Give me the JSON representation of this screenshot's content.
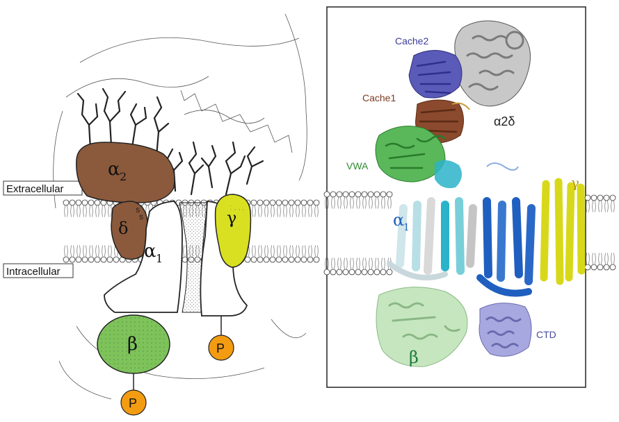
{
  "schematic": {
    "membrane_labels": {
      "extracellular": "Extracellular",
      "intracellular": "Intracellular"
    },
    "subunits": {
      "alpha2": "α",
      "alpha2_sub": "2",
      "delta": "δ",
      "ss": "S",
      "ss2": "S",
      "alpha1": "α",
      "alpha1_sub": "1",
      "gamma": "γ",
      "beta": "β"
    },
    "phospho": "P",
    "colors": {
      "alpha2delta": "#8b5a3c",
      "gamma": "#d9e021",
      "beta": "#7dc35a",
      "phospho": "#f39c12"
    }
  },
  "structure": {
    "labels": {
      "cache2": "Cache2",
      "cache1": "Cache1",
      "vwa": "VWA",
      "alpha2delta": "α2δ",
      "alpha1": "α",
      "alpha1_sub": "1",
      "gamma": "γ",
      "ctd": "CTD",
      "beta": "β"
    },
    "colors": {
      "cache2": "#3b3b9e",
      "cache1": "#7a3b22",
      "vwa": "#2e8b2e",
      "alpha2delta_grey": "#8c8c8c",
      "alpha1_cyan": "#2bb3c9",
      "alpha1_blue": "#1f5fbf",
      "gamma": "#e0e020",
      "ctd": "#8a8ad0",
      "beta": "#a8d8a0"
    }
  }
}
